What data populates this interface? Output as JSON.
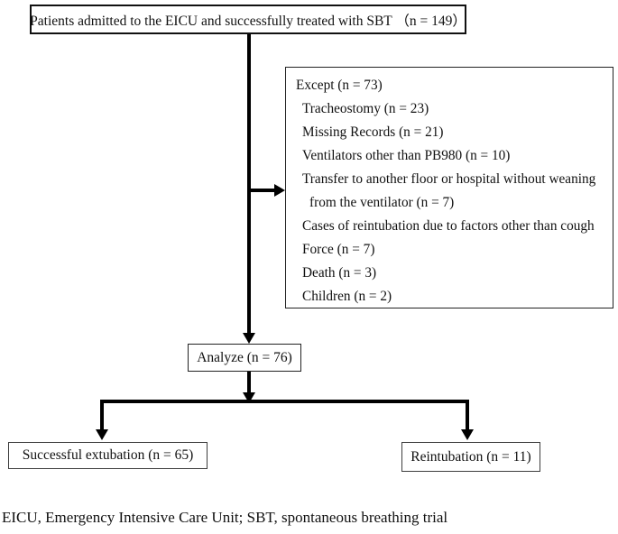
{
  "figure": {
    "patients_box": "Patients admitted to the EICU and successfully treated with SBT （n = 149）",
    "except_box_lines": [
      "Except (n = 73)",
      "Tracheostomy (n = 23)",
      "Missing Records (n = 21)",
      "Ventilators other than PB980 (n = 10)",
      "Transfer to another floor or hospital without weaning",
      "from the ventilator (n = 7)",
      "Cases of reintubation due to factors other than cough",
      "Force (n = 7)",
      "Death (n = 3)",
      "Children (n = 2)"
    ],
    "analyze_box": "Analyze (n = 76)",
    "successful_extubation_box": "Successful extubation (n = 65)",
    "reintubation_box": "Reintubation (n = 11)",
    "footnote": "EICU, Emergency Intensive Care Unit; SBT, spontaneous breathing trial",
    "colors": {
      "line": "#000000",
      "box_border": "#222222",
      "text": "#111111",
      "background": "#ffffff"
    }
  }
}
